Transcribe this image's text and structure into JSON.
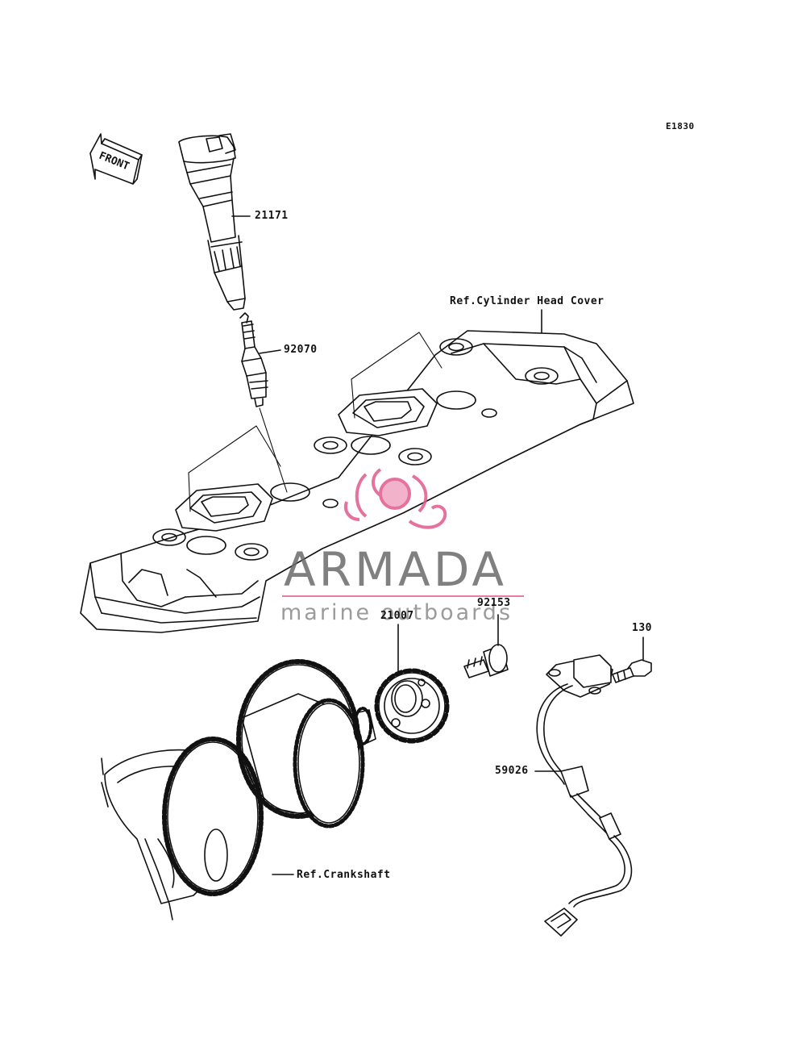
{
  "diagram": {
    "code": "E1830",
    "front_label": "FRONT",
    "parts": [
      {
        "number": "21171"
      },
      {
        "number": "92070"
      },
      {
        "number": "92153"
      },
      {
        "number": "21007"
      },
      {
        "number": "130"
      },
      {
        "number": "59026"
      }
    ],
    "references": [
      {
        "text": "Ref.Cylinder Head Cover"
      },
      {
        "text": "Ref.Crankshaft"
      }
    ]
  },
  "watermark": {
    "brand": "ARMADA",
    "tagline": "marine outboards",
    "accent_color": "#e05a8c"
  }
}
